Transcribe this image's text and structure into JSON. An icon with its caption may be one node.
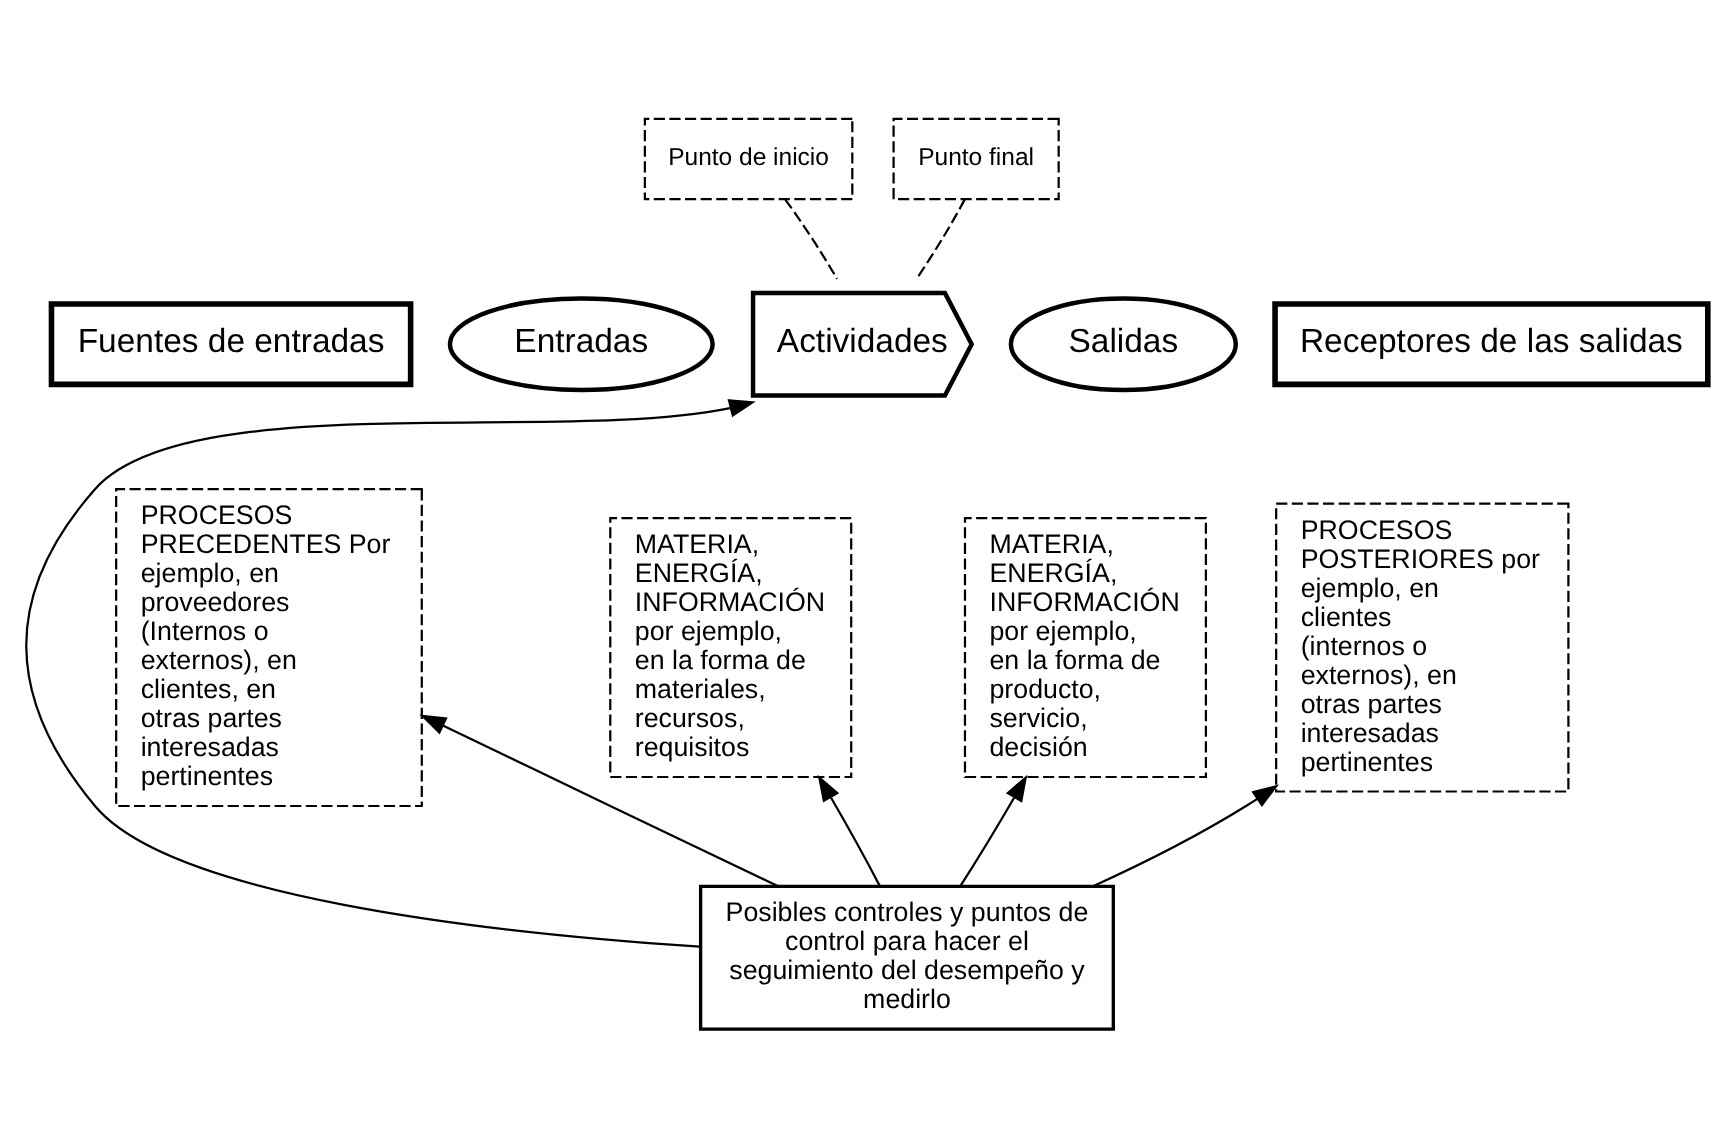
{
  "diagram": {
    "nodes": [
      {
        "text": [
          "Punto de inicio"
        ]
      },
      {
        "text": [
          "Punto final"
        ]
      },
      {
        "text": [
          "Fuentes de entradas"
        ]
      },
      {
        "text": [
          "Entradas"
        ]
      },
      {
        "text": [
          "Actividades"
        ]
      },
      {
        "text": [
          "Salidas"
        ]
      },
      {
        "text": [
          "Receptores de las salidas"
        ]
      },
      {
        "text": [
          "PROCESOS PRECEDENTES Por ejemplo, en proveedores (Internos o externos), en clientes, en otras partes interesadas pertinentes"
        ]
      },
      {
        "text": [
          "MATERIA, ENERGÍA, INFORMACIÓN por ejemplo, en la forma de materiales, recursos, requisitos"
        ]
      },
      {
        "text": [
          "MATERIA, ENERGÍA, INFORMACIÓN por ejemplo, en la forma de producto, servicio, decisión"
        ]
      },
      {
        "text": [
          "PROCESOS POSTERIORES por ejemplo, en clientes (internos o externos), en otras partes interesadas pertinentes"
        ]
      },
      {
        "text": [
          "Posibles controles y puntos de control para hacer el seguimiento del desempeño y medirlo"
        ]
      }
    ],
    "edges": [
      {
        "from": 0,
        "to": 4,
        "arrow": "none",
        "style": "dashed"
      },
      {
        "from": 1,
        "to": 4,
        "arrow": "none",
        "style": "dashed"
      },
      {
        "from": 11,
        "to": 7,
        "arrow": "to"
      },
      {
        "from": 11,
        "to": 8,
        "arrow": "to"
      },
      {
        "from": 11,
        "to": 4,
        "arrow": "to"
      },
      {
        "from": 11,
        "to": 9,
        "arrow": "to"
      },
      {
        "from": 11,
        "to": 10,
        "arrow": "to"
      }
    ]
  }
}
